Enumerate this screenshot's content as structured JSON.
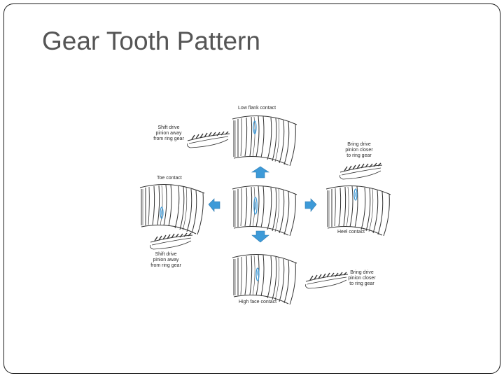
{
  "slide": {
    "title": "Gear Tooth Pattern"
  },
  "diagram": {
    "labels": {
      "low_flank_contact": "Low flank contact",
      "shift_top_1": "Shift drive",
      "shift_top_2": "pinion away",
      "shift_top_3": "from ring gear",
      "bring_top_1": "Bring drive",
      "bring_top_2": "pinion closer",
      "bring_top_3": "to ring gear",
      "toe_contact": "Toe contact",
      "heel_contact": "Heel contact",
      "shift_bottom_1": "Shift drive",
      "shift_bottom_2": "pinion away",
      "shift_bottom_3": "from ring gear",
      "bring_bottom_1": "Bring drive",
      "bring_bottom_2": "pinion closer",
      "bring_bottom_3": "to ring gear",
      "high_face_contact": "High face contact"
    },
    "colors": {
      "arrow_fill": "#3d9ad8",
      "contact_pattern": "#3d9ad8",
      "line": "#333333"
    }
  }
}
